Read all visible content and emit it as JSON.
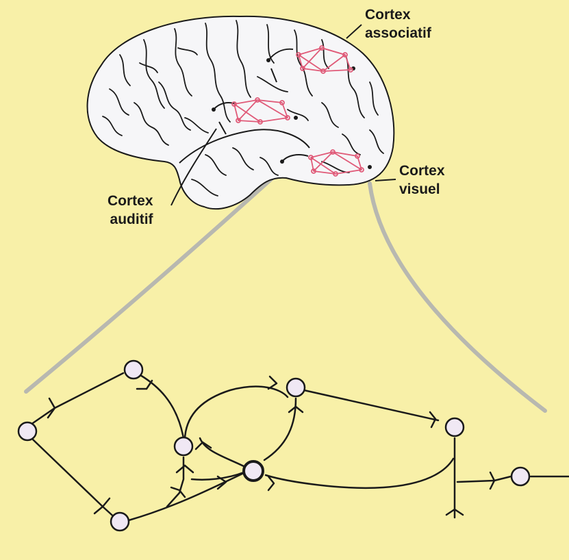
{
  "labels": {
    "cortex_associatif": {
      "line1": "Cortex",
      "line2": "associatif"
    },
    "cortex_visuel": {
      "line1": "Cortex",
      "line2": "visuel"
    },
    "cortex_auditif": {
      "line1": "Cortex",
      "line2": "auditif"
    }
  },
  "colors": {
    "background": "#f8f0a8",
    "brain_fill": "#f6f6f8",
    "outline": "#1a1a1a",
    "assembly": "#e05a78",
    "zoom_lines": "#b8b8b0",
    "neuron_fill": "#f0e8f4"
  }
}
